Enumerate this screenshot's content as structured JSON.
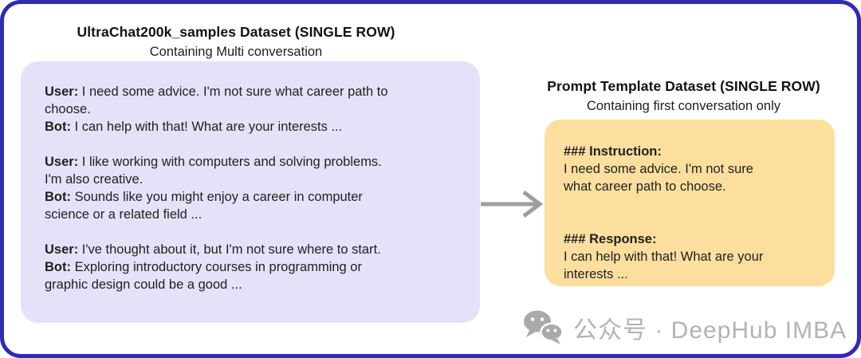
{
  "left_header": {
    "title": "UltraChat200k_samples Dataset (SINGLE ROW)",
    "subtitle": "Containing Multi conversation"
  },
  "right_header": {
    "title": "Prompt Template Dataset (SINGLE ROW)",
    "subtitle": "Containing first conversation only"
  },
  "left_box": {
    "paragraphs": [
      {
        "lines": [
          {
            "bold": "User:",
            "text": " I need some advice. I'm not sure what career path to"
          },
          {
            "bold": "",
            "text": "choose."
          },
          {
            "bold": "Bot:",
            "text": " I can help with that! What are your interests ..."
          }
        ]
      },
      {
        "lines": [
          {
            "bold": "User:",
            "text": " I like working with computers and solving problems."
          },
          {
            "bold": "",
            "text": "I'm also creative."
          },
          {
            "bold": "Bot:",
            "text": " Sounds like you might enjoy a career in computer"
          },
          {
            "bold": "",
            "text": "science or a related field ..."
          }
        ]
      },
      {
        "lines": [
          {
            "bold": "User:",
            "text": " I've thought about it, but I'm not sure where to start."
          },
          {
            "bold": "Bot:",
            "text": " Exploring introductory courses in programming or"
          },
          {
            "bold": "",
            "text": "graphic design could be a good ..."
          }
        ]
      }
    ]
  },
  "right_box": {
    "sections": [
      {
        "header": "### Instruction:",
        "lines": [
          "I need some advice. I'm not sure",
          "what career path to choose."
        ]
      },
      {
        "header": "### Response:",
        "lines": [
          "I can help with that! What are your",
          "interests ..."
        ]
      }
    ]
  },
  "watermark": {
    "icon": "wechat-icon",
    "text": "公众号 · DeepHub IMBA"
  },
  "colors": {
    "frame_border": "#2f2bb3",
    "left_box_bg": "#e6e1f8",
    "right_box_bg": "#fcdf9e",
    "arrow": "#9e9e9e",
    "watermark": "#b3b3b3",
    "text": "#1f1f1f"
  }
}
